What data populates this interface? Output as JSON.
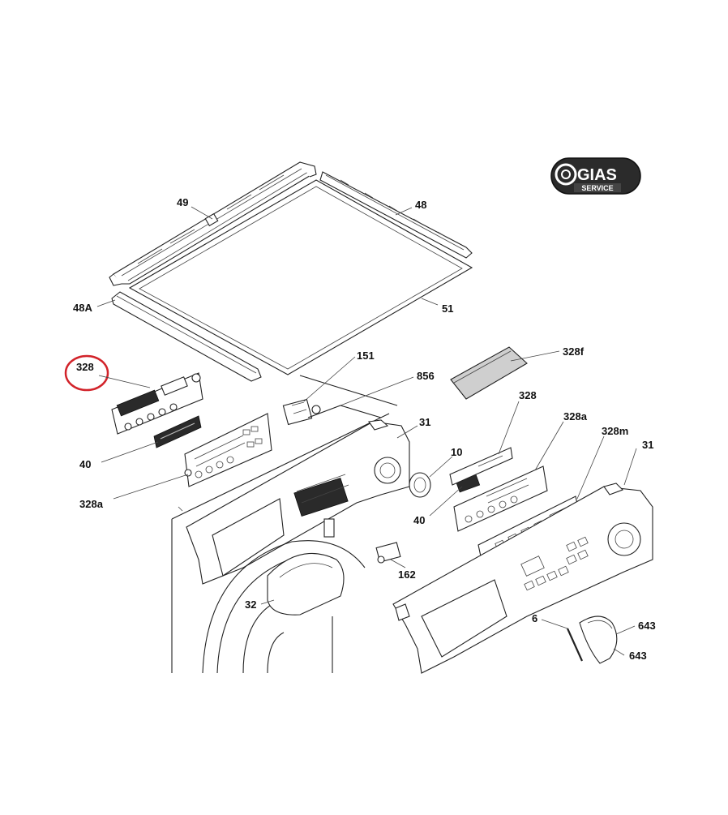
{
  "logo": {
    "brand": "GIAS",
    "tagline": "SERVICE"
  },
  "highlight_color": "#d2232a",
  "labels": {
    "l_49": "49",
    "l_48": "48",
    "l_48a": "48A",
    "l_51": "51",
    "l_328_left": "328",
    "l_151": "151",
    "l_856": "856",
    "l_328f": "328f",
    "l_328_right": "328",
    "l_328a_right": "328a",
    "l_328m": "328m",
    "l_31_left": "31",
    "l_31_right": "31",
    "l_10": "10",
    "l_40_left": "40",
    "l_40_right": "40",
    "l_328a_left": "328a",
    "l_162": "162",
    "l_32": "32",
    "l_6": "6",
    "l_643_top": "643",
    "l_643_bottom": "643"
  }
}
